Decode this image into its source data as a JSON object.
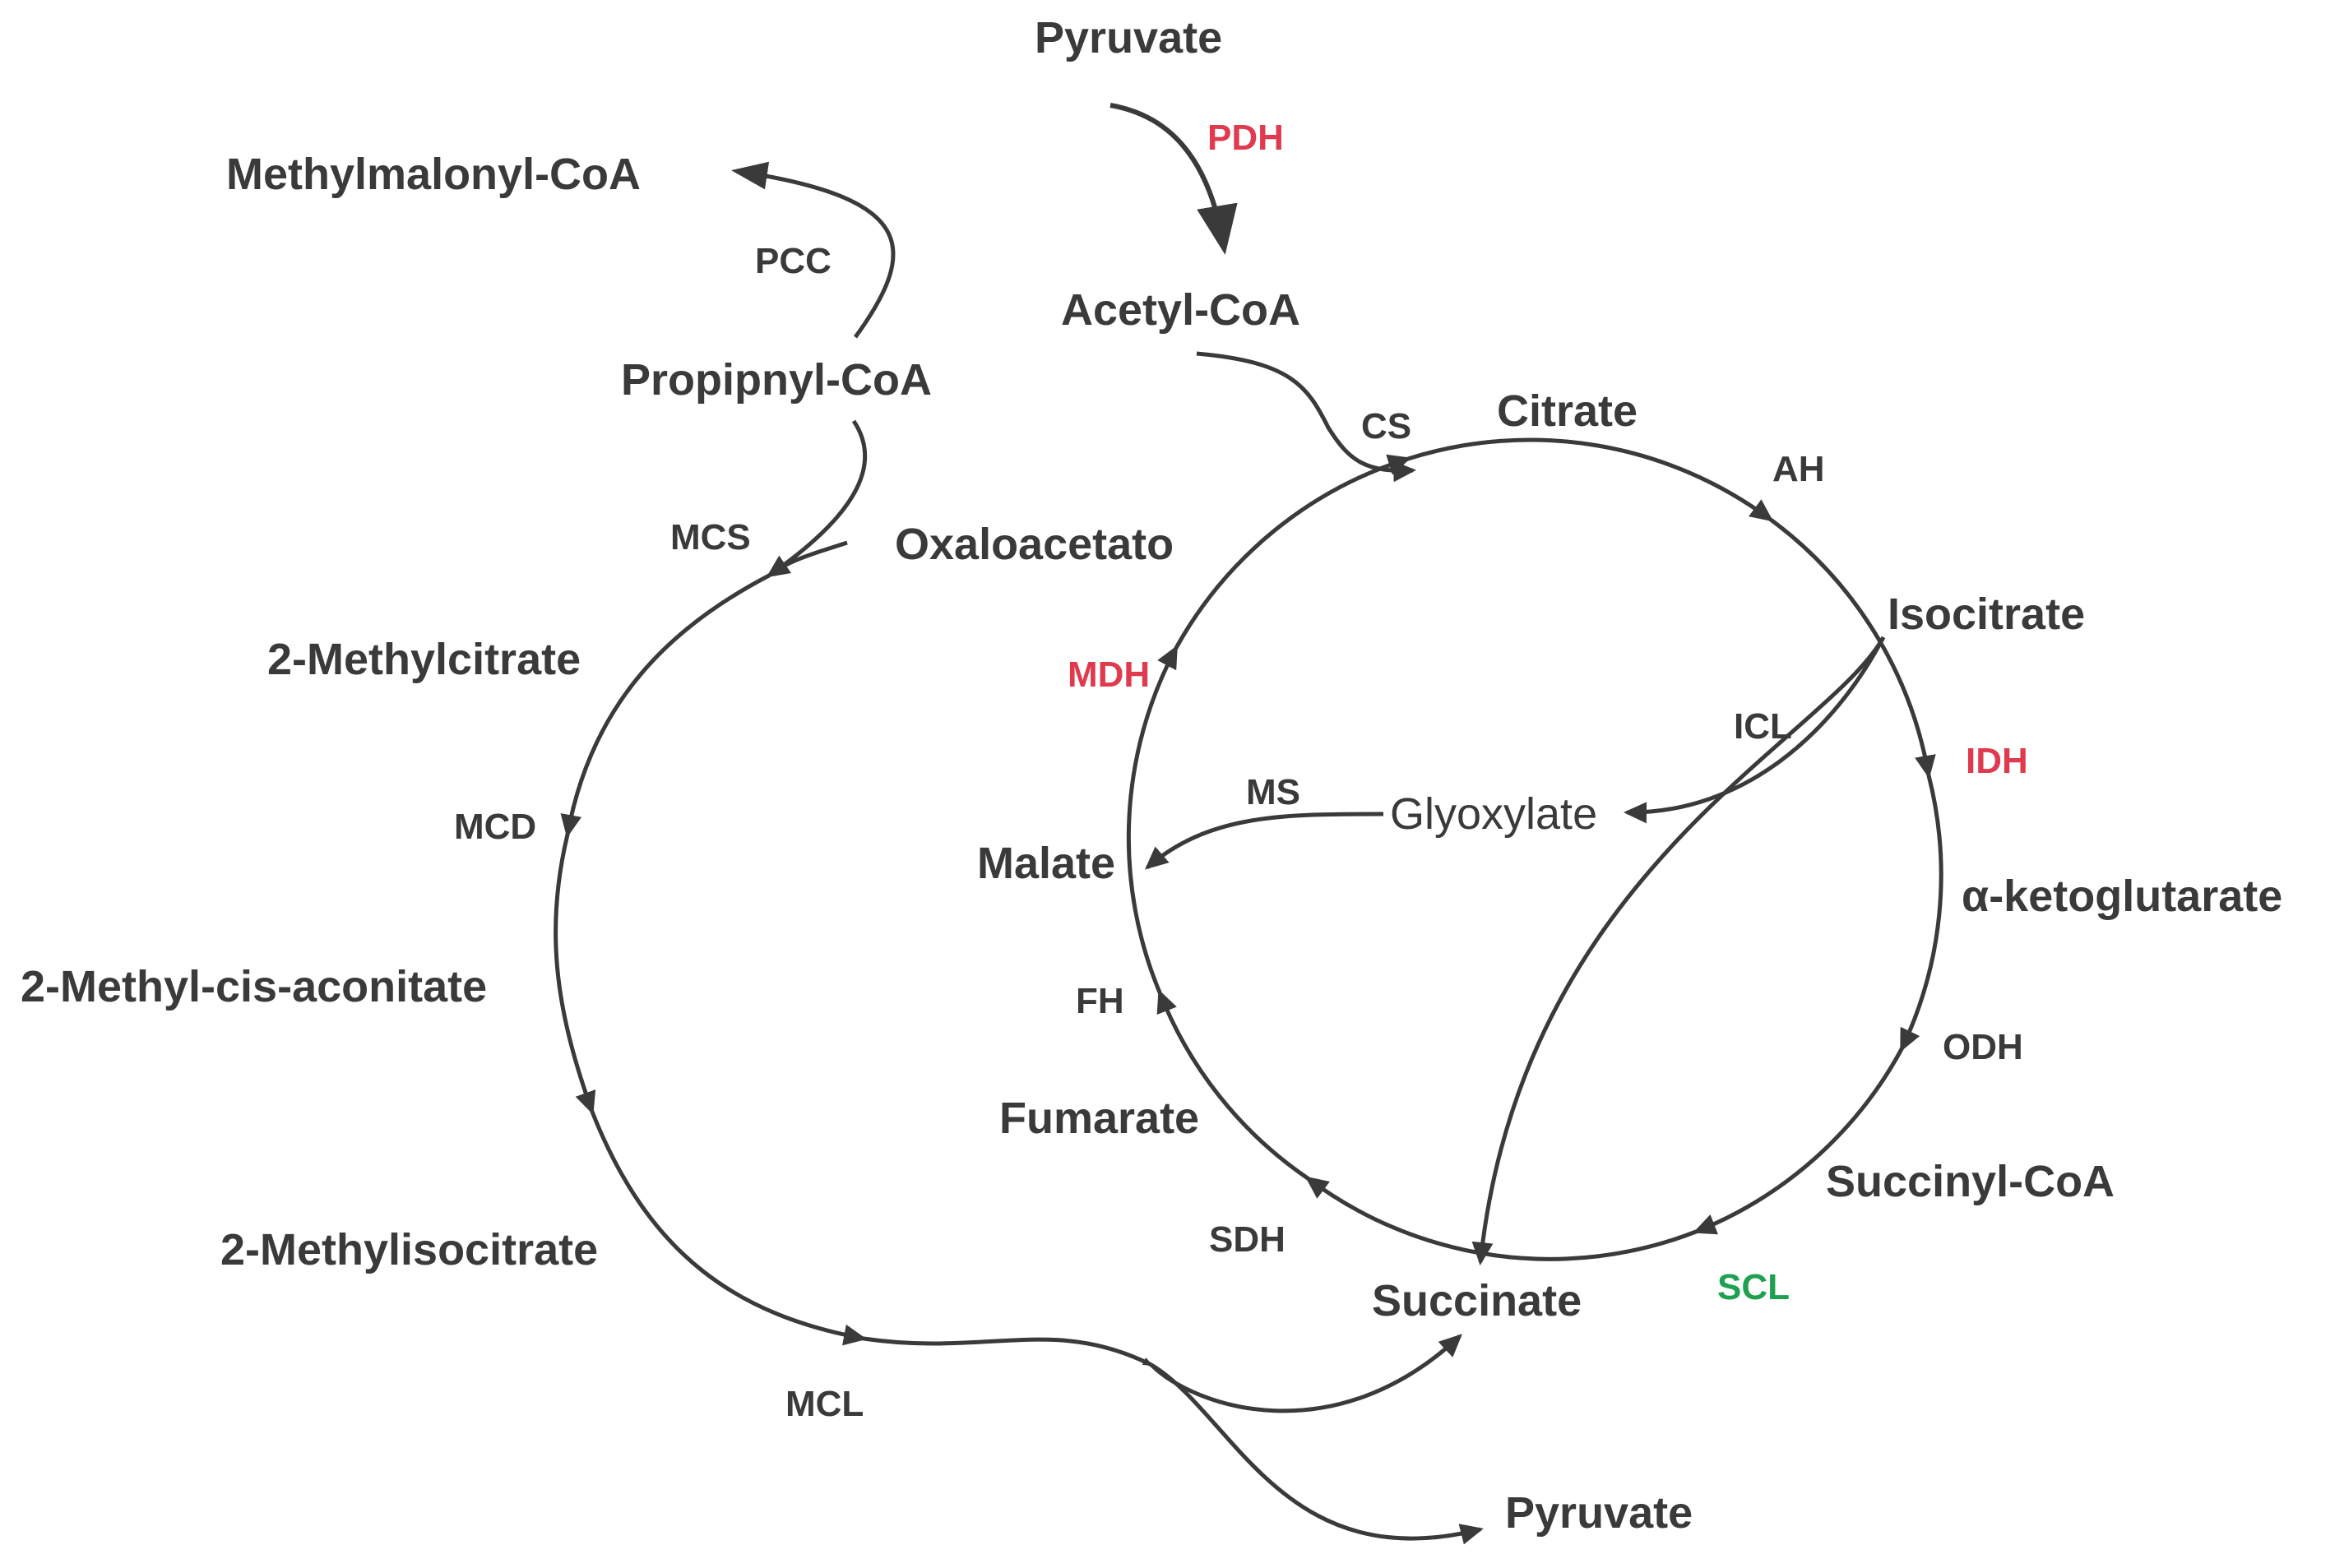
{
  "compounds": {
    "pyruvate_top": "Pyruvate",
    "acetyl_coa": "Acetyl-CoA",
    "methylmalonyl_coa": "Methylmalonyl-CoA",
    "propionyl_coa": "Propipnyl-CoA",
    "oxaloacetate": "Oxaloacetato",
    "citrate": "Citrate",
    "isocitrate": "Isocitrate",
    "alpha_symbol": "α",
    "ketoglutarate": "-ketoglutarate",
    "succinyl_coa": "Succinyl-CoA",
    "succinate": "Succinate",
    "fumarate": "Fumarate",
    "malate": "Malate",
    "glyoxylate": "Glyoxylate",
    "methylcitrate": "2-Methylcitrate",
    "methyl_cis_aconitate": "2-Methyl-cis-aconitate",
    "methylisocitrate": "2-Methylisocitrate",
    "pyruvate_bottom": "Pyruvate"
  },
  "enzymes": {
    "pdh": "PDH",
    "pcc": "PCC",
    "cs": "CS",
    "ah": "AH",
    "mcs": "MCS",
    "mdh": "MDH",
    "icl": "ICL",
    "idh": "IDH",
    "ms": "MS",
    "mcd": "MCD",
    "fh": "FH",
    "odh": "ODH",
    "sdh": "SDH",
    "scl": "SCL",
    "mcl": "MCL"
  },
  "colors": {
    "text": "#3a3a3a",
    "highlight_red": "#e03a4e",
    "highlight_green": "#1fa050"
  }
}
